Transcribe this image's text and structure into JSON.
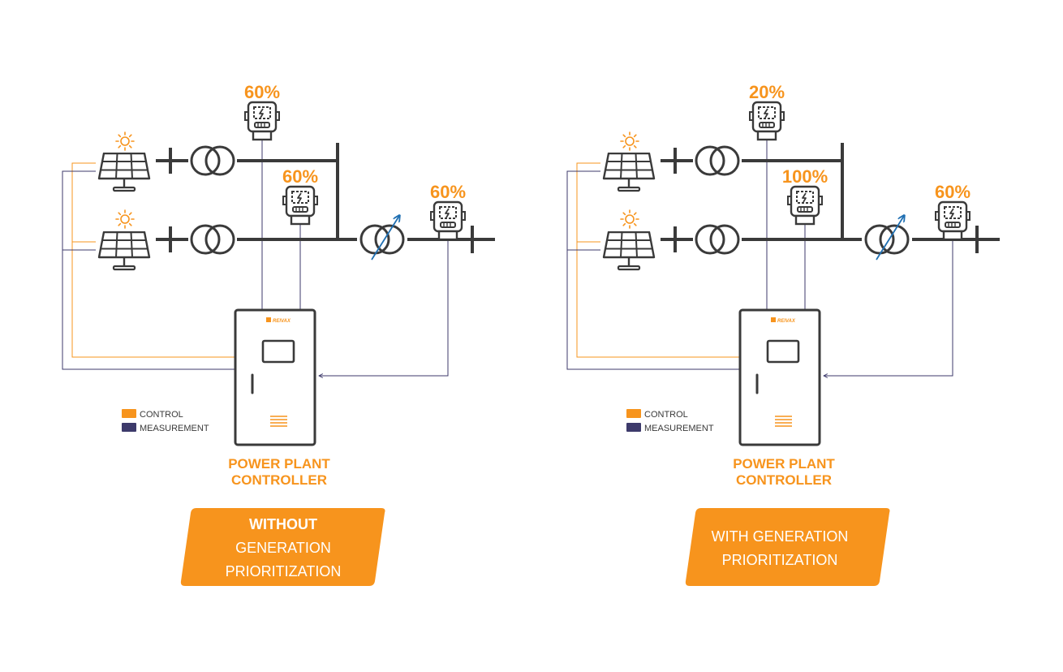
{
  "colors": {
    "accent": "#f7941d",
    "measurement": "#3d3a6b",
    "line": "#3a3a3a",
    "arrow": "#1f6fb2",
    "white": "#ffffff"
  },
  "legend": {
    "control": "CONTROL",
    "measurement": "MEASUREMENT"
  },
  "brand": "REIVAX",
  "panels": [
    {
      "meters": [
        "60%",
        "60%",
        "60%"
      ],
      "controller": [
        "POWER PLANT",
        "CONTROLLER"
      ],
      "caption": {
        "bold": "WITHOUT",
        "lines": [
          "GENERATION",
          "PRIORITIZATION"
        ]
      }
    },
    {
      "meters": [
        "20%",
        "100%",
        "60%"
      ],
      "controller": [
        "POWER PLANT",
        "CONTROLLER"
      ],
      "caption": {
        "bold": "",
        "lines": [
          "WITH GENERATION",
          "PRIORITIZATION"
        ]
      }
    }
  ]
}
